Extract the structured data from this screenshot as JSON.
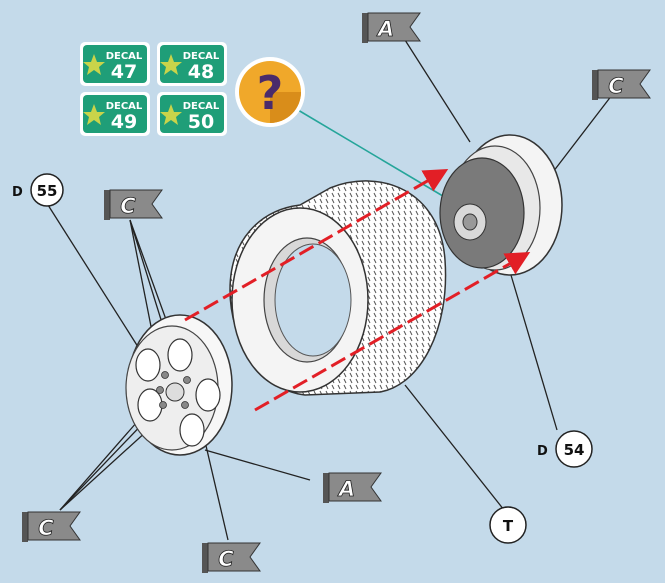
{
  "decals": [
    {
      "top": "DECAL",
      "number": "47"
    },
    {
      "top": "DECAL",
      "number": "48"
    },
    {
      "top": "DECAL",
      "number": "49"
    },
    {
      "top": "DECAL",
      "number": "50"
    }
  ],
  "help_badge": "?",
  "flags": {
    "a_top": "A",
    "c_top_right": "C",
    "c_mid_left": "C",
    "a_bottom": "A",
    "c_bottom_left": "C",
    "c_bottom": "C"
  },
  "parts": {
    "d55": {
      "prefix": "D",
      "number": "55"
    },
    "d54": {
      "prefix": "D",
      "number": "54"
    },
    "t": {
      "number": "T"
    }
  },
  "colors": {
    "background": "#c4daea",
    "decal_green": "#1f9e78",
    "star": "#c9d44a",
    "help_orange": "#f0a82a",
    "arrow_red": "#e21f26",
    "leader_teal": "#25a59a",
    "flag_grey": "#8a8a8a"
  }
}
